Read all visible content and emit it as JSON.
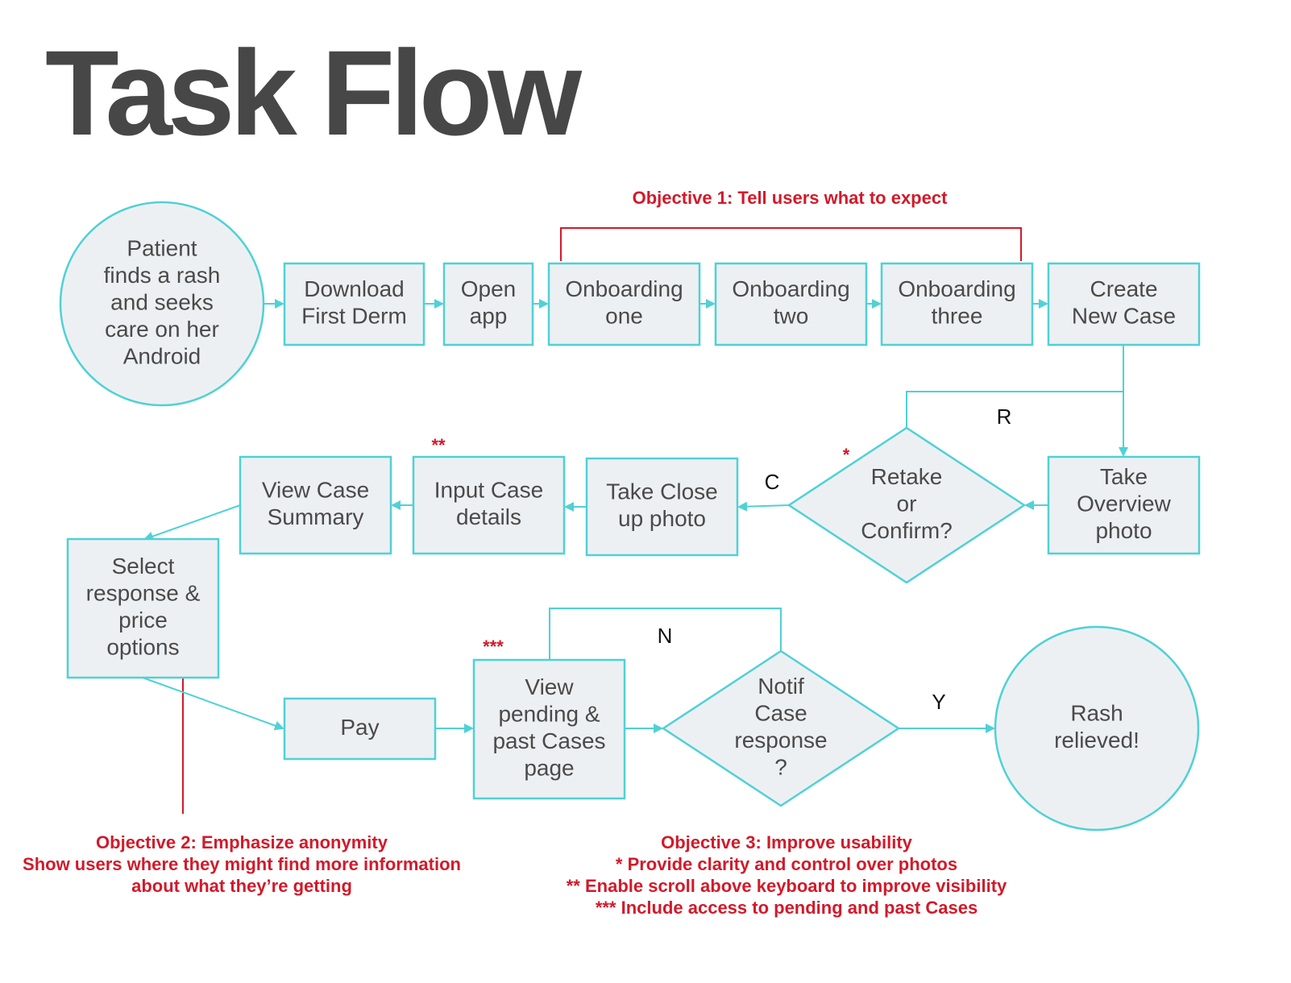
{
  "title": "Task Flow",
  "colors": {
    "node_fill": "#edf0f2",
    "node_stroke": "#4fd1d6",
    "edge": "#4fd1d6",
    "objective": "#d11a2a",
    "title": "#474747",
    "node_text": "#4a4a4a"
  },
  "nodes": {
    "start": {
      "lines": [
        "Patient",
        "finds a rash",
        "and seeks",
        "care on her",
        "Android"
      ]
    },
    "download": {
      "lines": [
        "Download",
        "First Derm"
      ]
    },
    "open_app": {
      "lines": [
        "Open",
        "app"
      ]
    },
    "onboarding_one": {
      "lines": [
        "Onboarding",
        "one"
      ]
    },
    "onboarding_two": {
      "lines": [
        "Onboarding",
        "two"
      ]
    },
    "onboarding_three": {
      "lines": [
        "Onboarding",
        "three"
      ]
    },
    "create_case": {
      "lines": [
        "Create",
        "New Case"
      ]
    },
    "overview_photo": {
      "lines": [
        "Take",
        "Overview",
        "photo"
      ]
    },
    "retake_confirm": {
      "lines": [
        "Retake",
        "or",
        "Confirm?"
      ]
    },
    "closeup_photo": {
      "lines": [
        "Take Close",
        "up photo"
      ]
    },
    "input_details": {
      "lines": [
        "Input Case",
        "details"
      ]
    },
    "view_summary": {
      "lines": [
        "View Case",
        "Summary"
      ]
    },
    "select_response": {
      "lines": [
        "Select",
        "response &",
        "price",
        "options"
      ]
    },
    "pay": {
      "lines": [
        "Pay"
      ]
    },
    "view_pending": {
      "lines": [
        "View",
        "pending &",
        "past Cases",
        "page"
      ]
    },
    "notif": {
      "lines": [
        "Notif",
        "Case",
        "response",
        "?"
      ]
    },
    "end": {
      "lines": [
        "Rash",
        "relieved!"
      ]
    }
  },
  "edge_labels": {
    "retake": "R",
    "confirm": "C",
    "no": "N",
    "yes": "Y"
  },
  "markers": {
    "one": "*",
    "two": "**",
    "three": "***"
  },
  "objectives": {
    "objective1": [
      "Objective 1: Tell users what to expect"
    ],
    "objective2": [
      "Objective 2: Emphasize anonymity",
      "Show users where they might find more information",
      "about what they’re getting"
    ],
    "objective3": [
      "Objective 3: Improve usability",
      "* Provide clarity and control over photos",
      "** Enable scroll above keyboard to improve visibility",
      "*** Include access to pending and past Cases"
    ]
  }
}
